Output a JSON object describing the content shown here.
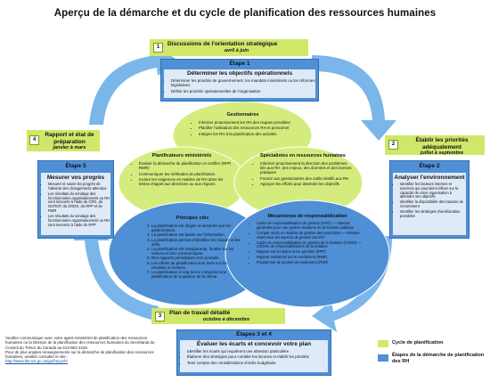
{
  "title": "Aperçu de la démarche et du cycle de planification des ressources humaines",
  "steps": {
    "step1": {
      "num": "1",
      "label": "Discussions de l'orientation stratégique",
      "when": "avril à juin",
      "box_title": "Étape 1",
      "box_heading": "Déterminer les objectifs opérationnels",
      "items": [
        "Déterminer les priorités de gouvernement, les mandats ministériels ou les réformes législatives",
        "Définir les priorités opérationnelles de l'organisation"
      ]
    },
    "step2": {
      "num": "2",
      "label": "Établir les priorités adéquatement",
      "when": "juillet à septembre",
      "box_title": "Étape 2",
      "box_heading": "Analyser l'environnement",
      "items": [
        "Identifier les facteurs internes et externes qui pourraient influer sur la capacité de votre organisation à atteindre ses objectifs",
        "Identifier la disponibilité des bassins de recrutement",
        "Identifier les stratégies d'amélioration possibles"
      ]
    },
    "step3": {
      "num": "3",
      "label": "Plan de travail détaillé",
      "when": "octobre à décembre",
      "box_title": "Étapes 3 et 4",
      "box_heading": "Évaluer les écarts et concevoir votre plan",
      "items": [
        "Identifier les écarts qui requièrent une attention particulière",
        "Élaborer des stratégies pour combler les lacunes et établir les priorités",
        "Tenir compte des considérations d'ordre budgétaire"
      ]
    },
    "step4": {
      "num": "4",
      "label": "Rapport et état de préparation",
      "when": "janvier à mars",
      "box_title": "Étape 5",
      "box_heading": "Mesurer vos progrès",
      "items": [
        "Mesurer et suivre les progrès de l'atteinte des changements attendus",
        "Les résultats du sondage des fonctionnaires organisationnels ou RH sont mesurés à l'aide du CRG, du GCRCP, du CRDO, du RPP et du RMR",
        "Les résultats du sondage des fonctionnaires organisationnels ou RH sont mesurés à l'aide du RPP"
      ]
    }
  },
  "ellipses": {
    "gestionnaires": {
      "title": "Gestionnaires",
      "items": [
        "Informer proactivement les RH des risques possibles",
        "Planifier l'utilisation des ressources RH et personnel",
        "Intégrer les RH à la planification des activités"
      ]
    },
    "planificateurs": {
      "title": "Planificateurs ministériels",
      "items": [
        "Évaluer la démarche de planification et certifier (RPP, RMR)",
        "Communiquer les méthodes de planification",
        "Inclure les exigences en matière de RH dans les lettres d'appel aux directions ou aux régions"
      ]
    },
    "specialistes": {
      "title": "Spécialistes en ressources humaines",
      "items": [
        "Informer proactivement la direction des problèmes liés aux RH, des enjeux, des données et des bonnes pratiques",
        "Fournir aux gestionnaires des outils relatifs aux RH",
        "Appuyer les efforts pour atteindre les objectifs"
      ]
    },
    "principes": {
      "title": "Principes clés",
      "items": [
        "La planification est dirigée et assumée par les gestionnaires.",
        "La planification est basée sur l'information.",
        "La planification permet d'identifier les risques et les défis.",
        "La planification est transparente, fondée sur les valeurs et bien communiquée.",
        "Des rapports périodiques sont produits.",
        "Les efforts de planification sont axés sur les résultats et évalués.",
        "La planification à long terme comprend une planification de la gestion de la relève."
      ]
    },
    "mecanismes": {
      "title": "Mécanismes de responsabilisation",
      "items": [
        "Cadre de responsabilisation de gestion (CRG) — Attentes générales pour une gestion moderne de la fonction publique",
        "Compte rendu en matière de gestion des personnes — Attentes visant tous les aspects de gestion des RH",
        "Cadre de responsabilisation en gestion de la dotation (CRGD) — Critères de responsabilisation de la dotation",
        "Rapport sur les plans et les priorités (RPP)",
        "Rapport ministériel sur le rendement (RMR)",
        "Programme de gestion du rendement (PGR)"
      ]
    }
  },
  "footer": {
    "lines": [
      "Veuillez communiquer avec votre agent ministériel de planification des ressources humaines ou la Division de la planification des ressources humaines du Secrétariat du Conseil du Trésor du Canada au 613-952-3246.",
      "Pour de plus amples renseignements sur la démarche de planification des ressources humaines, veuillez consulter le site :",
      "http://www.tbs-sct.gc.ca/gui/hrp-prh/"
    ]
  },
  "legend": {
    "cycle": "Cycle de planification",
    "etapes": "Étapes de la démarche de planification des RH"
  },
  "colors": {
    "green": "#cfe86a",
    "blue": "#4f8fd6",
    "arrow": "#7ab6ea",
    "ellipse_green": "#d4ec7e"
  }
}
